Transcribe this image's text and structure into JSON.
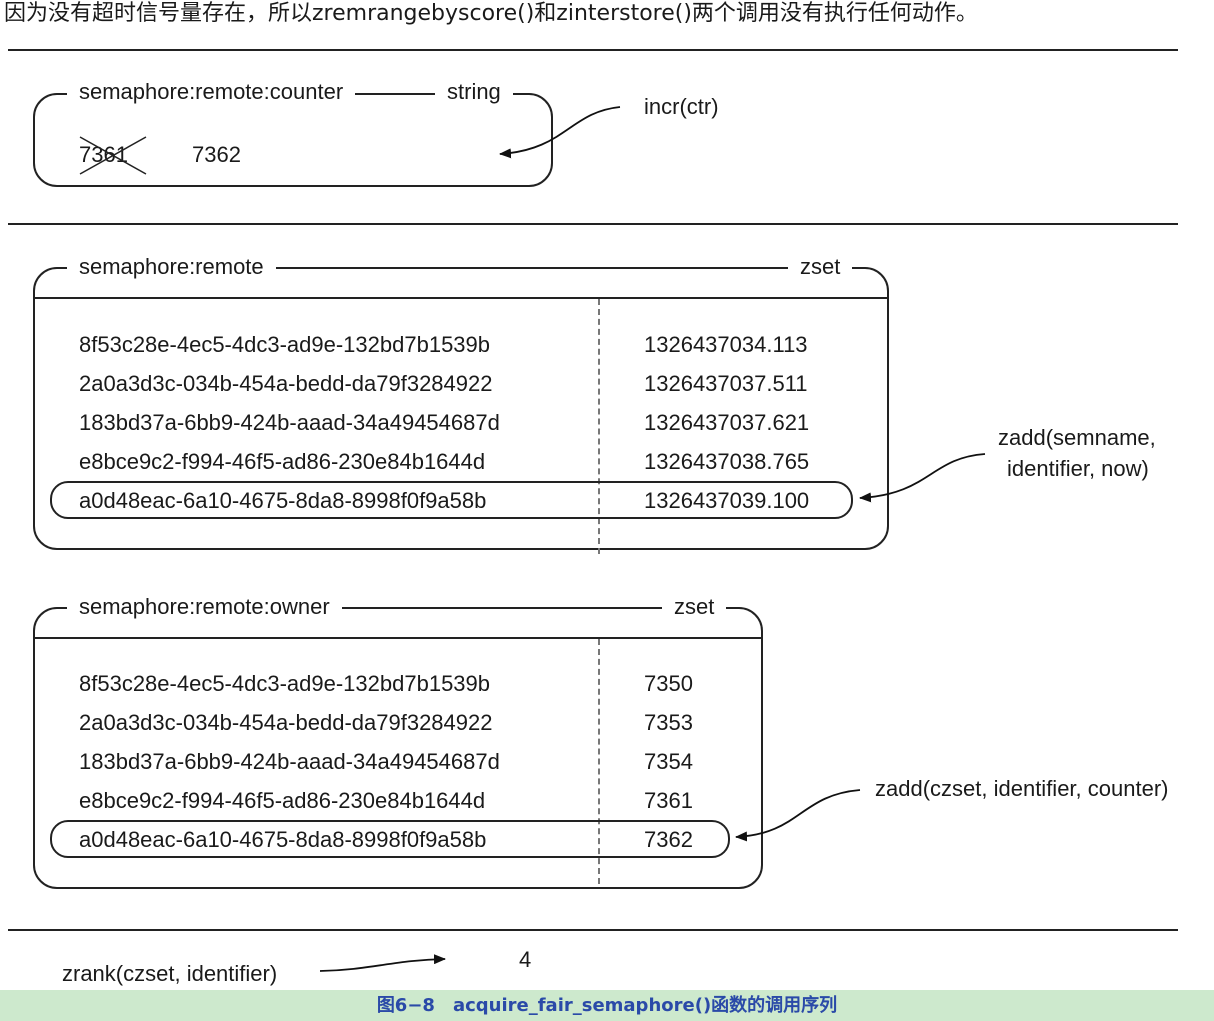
{
  "intro_text": "因为没有超时信号量存在，所以zremrangebyscore()和zinterstore()两个调用没有执行任何动作。",
  "counter": {
    "name": "semaphore:remote:counter",
    "type": "string",
    "old_value": "7361",
    "new_value": "7362",
    "call": "incr(ctr)"
  },
  "remote": {
    "name": "semaphore:remote",
    "type": "zset",
    "rows": [
      {
        "member": "8f53c28e-4ec5-4dc3-ad9e-132bd7b1539b",
        "score": "1326437034.113"
      },
      {
        "member": "2a0a3d3c-034b-454a-bedd-da79f3284922",
        "score": "1326437037.511"
      },
      {
        "member": "183bd37a-6bb9-424b-aaad-34a49454687d",
        "score": "1326437037.621"
      },
      {
        "member": "e8bce9c2-f994-46f5-ad86-230e84b1644d",
        "score": "1326437038.765"
      },
      {
        "member": "a0d48eac-6a10-4675-8da8-8998f0f9a58b",
        "score": "1326437039.100"
      }
    ],
    "call_line1": "zadd(semname,",
    "call_line2": "identifier, now)"
  },
  "owner": {
    "name": "semaphore:remote:owner",
    "type": "zset",
    "rows": [
      {
        "member": "8f53c28e-4ec5-4dc3-ad9e-132bd7b1539b",
        "score": "7350"
      },
      {
        "member": "2a0a3d3c-034b-454a-bedd-da79f3284922",
        "score": "7353"
      },
      {
        "member": "183bd37a-6bb9-424b-aaad-34a49454687d",
        "score": "7354"
      },
      {
        "member": "e8bce9c2-f994-46f5-ad86-230e84b1644d",
        "score": "7361"
      },
      {
        "member": "a0d48eac-6a10-4675-8da8-8998f0f9a58b",
        "score": "7362"
      }
    ],
    "call": "zadd(czset, identifier, counter)"
  },
  "rank": {
    "call": "zrank(czset, identifier)",
    "result": "4"
  },
  "caption": "图6−8　acquire_fair_semaphore()函数的调用序列"
}
